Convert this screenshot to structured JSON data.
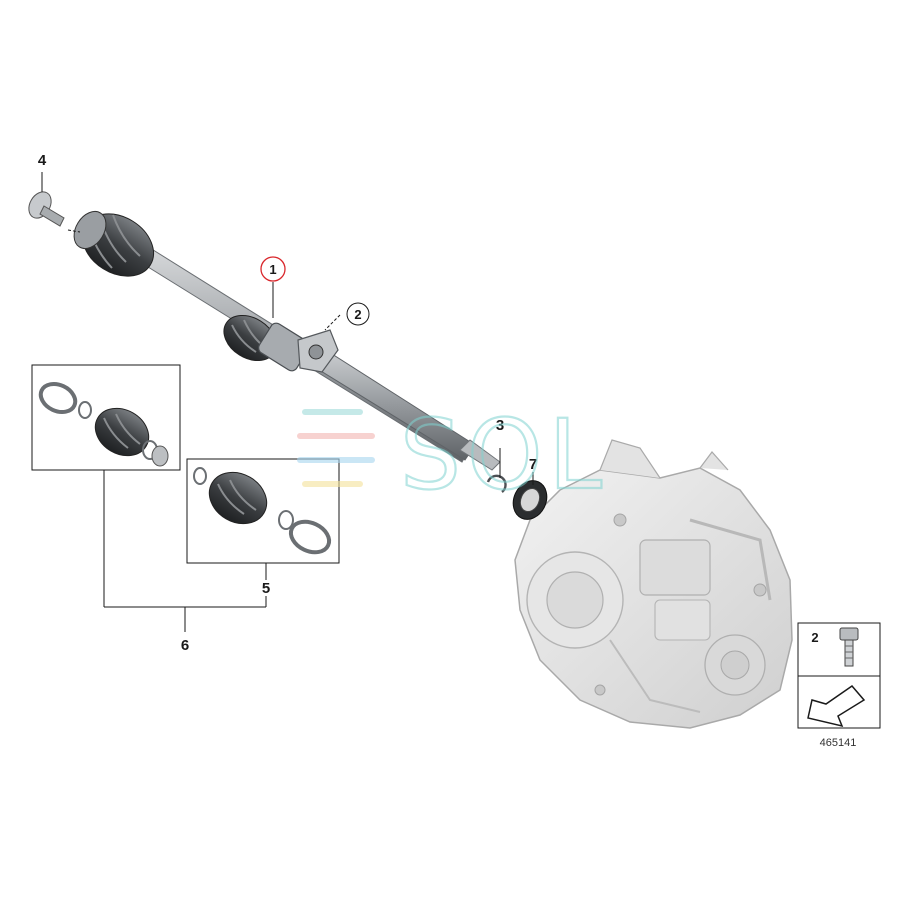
{
  "diagram": {
    "callouts": {
      "item_1": "1",
      "item_2": "2",
      "item_3": "3",
      "item_4": "4",
      "item_5": "5",
      "item_6": "6",
      "item_7": "7"
    },
    "legend": {
      "bolt_label": "2"
    },
    "reference_number": "465141",
    "watermark_text": "SOL",
    "colors": {
      "highlight_circle": "#d9262b",
      "line": "#1a1a1a",
      "watermark": "#7fd3d0",
      "part_dark": "#3a3d40",
      "part_mid": "#8a8d90",
      "gearbox": "#d8d8d8"
    }
  }
}
